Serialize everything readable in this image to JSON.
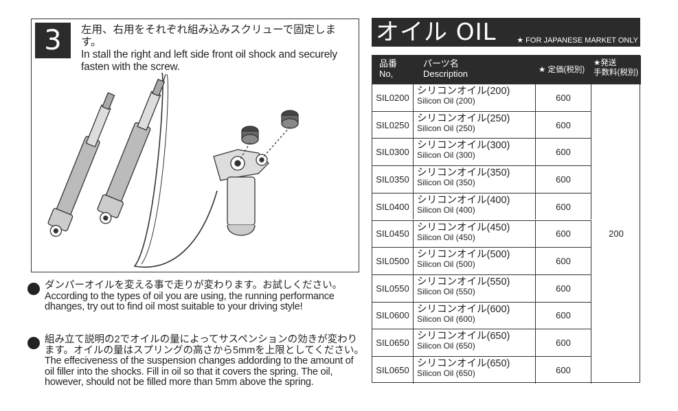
{
  "step": {
    "number": "3",
    "text_jp": "左用、右用をそれぞれ組み込みスクリューで固定します。",
    "text_en": "In stall the right and left side front oil shock and securely fasten with the screw."
  },
  "notes": [
    {
      "jp": "ダンパーオイルを変える事で走りが変わります。お試しください。",
      "en": "According to the types of oil you are using, the  running performance dhanges, try out to find oil most suitable to your driving style!"
    },
    {
      "jp": "組み立て説明の2でオイルの量によってサスペンションの効きが変わります。オイルの量はスプリングの高さから5mmを上限としてください。",
      "en": "The effeciveness of the suspension changes addording to the amount of oil filler into the shocks. Fill in oil so that it covers the spring. The oil, however, should not be filled more than 5mm above the  spring."
    }
  ],
  "oil": {
    "title": "オイル  OIL",
    "market_note": "★ FOR JAPANESE MARKET ONLY",
    "headers": {
      "code_jp": "品番",
      "code_en": "No,",
      "desc_jp": "パーツ名",
      "desc_en": "Description",
      "price": "★ 定価(税別)",
      "ship_1": "★発送",
      "ship_2": "手数料(税別)"
    },
    "shipping_fee": "200",
    "rows": [
      {
        "code": "SIL0200",
        "jp": "シリコンオイル(200)",
        "en": "Silicon Oil (200)",
        "price": "600"
      },
      {
        "code": "SIL0250",
        "jp": "シリコンオイル(250)",
        "en": "Silicon Oil (250)",
        "price": "600"
      },
      {
        "code": "SIL0300",
        "jp": "シリコンオイル(300)",
        "en": "Silicon Oil (300)",
        "price": "600"
      },
      {
        "code": "SIL0350",
        "jp": "シリコンオイル(350)",
        "en": "Silicon Oil (350)",
        "price": "600"
      },
      {
        "code": "SIL0400",
        "jp": "シリコンオイル(400)",
        "en": "Silicon Oil (400)",
        "price": "600"
      },
      {
        "code": "SIL0450",
        "jp": "シリコンオイル(450)",
        "en": "Silicon Oil (450)",
        "price": "600"
      },
      {
        "code": "SIL0500",
        "jp": "シリコンオイル(500)",
        "en": "Silicon Oil (500)",
        "price": "600"
      },
      {
        "code": "SIL0550",
        "jp": "シリコンオイル(550)",
        "en": "Silicon Oil (550)",
        "price": "600"
      },
      {
        "code": "SIL0600",
        "jp": "シリコンオイル(600)",
        "en": "Silicon Oil (600)",
        "price": "600"
      },
      {
        "code": "SIL0650",
        "jp": "シリコンオイル(650)",
        "en": "Silicon Oil (650)",
        "price": "600"
      },
      {
        "code": "SIL0650",
        "jp": "シリコンオイル(650)",
        "en": "Silicon Oil (650)",
        "price": "600"
      }
    ]
  }
}
